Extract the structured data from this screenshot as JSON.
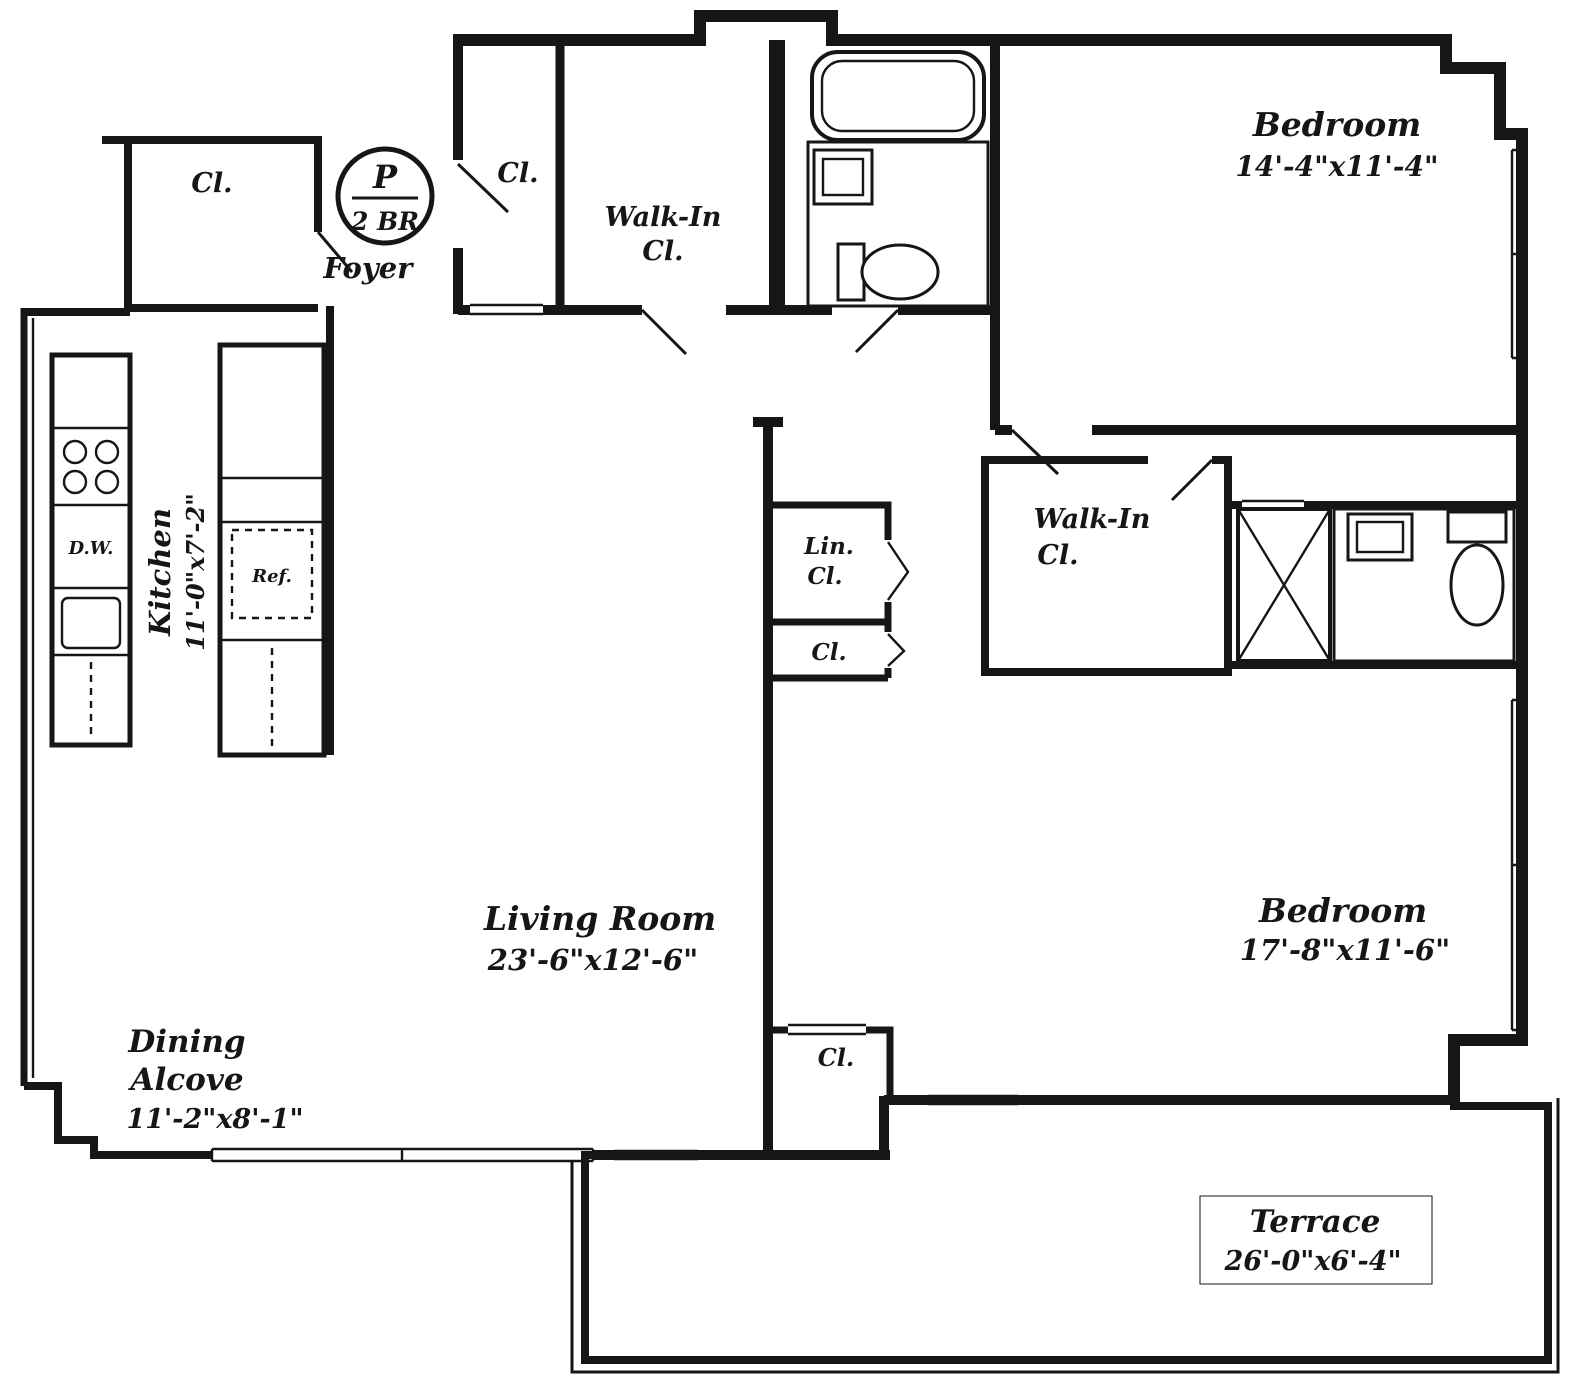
{
  "labels": {
    "entry_closet": "Cl.",
    "foyer_closet": "Cl.",
    "unit_mark_top": "P",
    "unit_mark_bottom": "2 BR",
    "foyer": "Foyer",
    "walkin1_line1": "Walk-In",
    "walkin1_line2": "Cl.",
    "bedroom1_name": "Bedroom",
    "bedroom1_dims": "14'-4\"x11'-4\"",
    "kitchen_name": "Kitchen",
    "kitchen_dims": "11'-0\"x7'-2\"",
    "dishwasher": "D.W.",
    "refrigerator": "Ref.",
    "linen_line1": "Lin.",
    "linen_line2": "Cl.",
    "hall_closet": "Cl.",
    "walkin2_line1": "Walk-In",
    "walkin2_line2": "Cl.",
    "living_name": "Living Room",
    "living_dims": "23'-6\"x12'-6\"",
    "bedroom2_name": "Bedroom",
    "bedroom2_dims": "17'-8\"x11'-6\"",
    "bedroom2_closet": "Cl.",
    "dining_line1": "Dining",
    "dining_line2": "Alcove",
    "dining_dims": "11'-2\"x8'-1\"",
    "terrace_name": "Terrace",
    "terrace_dims": "26'-0\"x6'-4\""
  },
  "colors": {
    "ink": "#161616",
    "paper": "#ffffff"
  }
}
